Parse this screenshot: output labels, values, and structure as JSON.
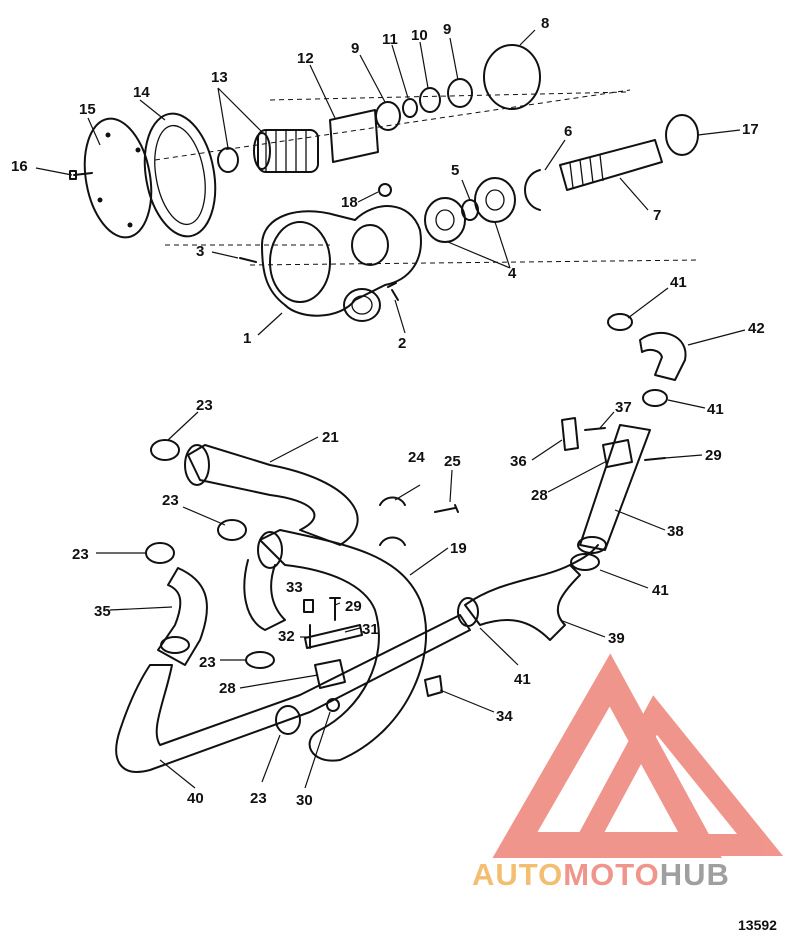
{
  "figure_number": "13592",
  "callouts": [
    "1",
    "2",
    "3",
    "4",
    "5",
    "6",
    "7",
    "8",
    "9",
    "10",
    "11",
    "12",
    "13",
    "14",
    "15",
    "16",
    "17",
    "18",
    "19",
    "21",
    "23",
    "24",
    "25",
    "28",
    "29",
    "30",
    "31",
    "32",
    "33",
    "34",
    "35",
    "36",
    "37",
    "38",
    "39",
    "40",
    "41",
    "42"
  ],
  "watermark": {
    "part1": "AUTO",
    "part2": "MOTO",
    "part3": "HUB",
    "color_auto": "#f2b35a",
    "color_moto": "#ee8379",
    "color_hub": "#8f8f8f"
  }
}
